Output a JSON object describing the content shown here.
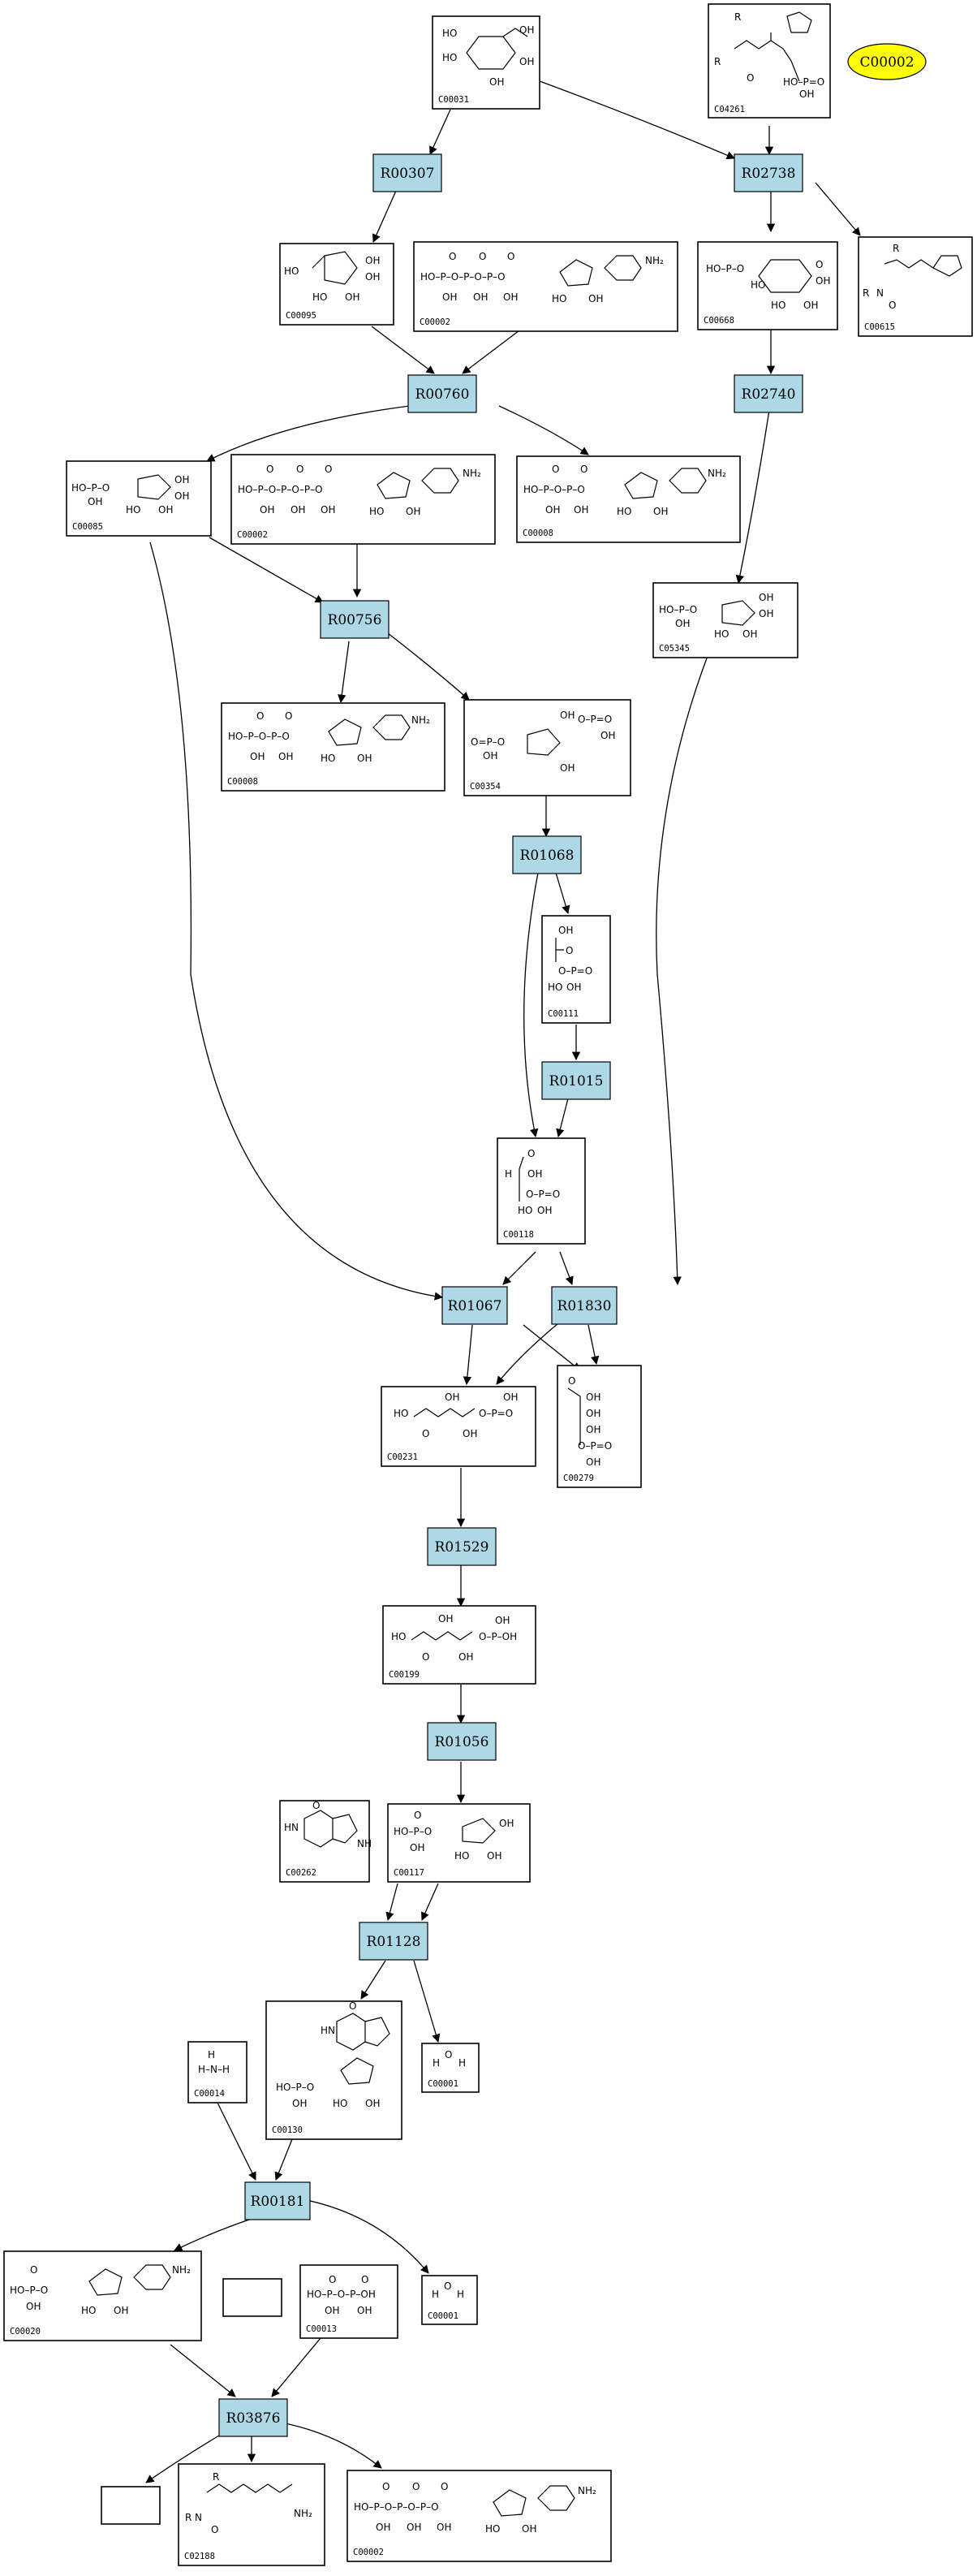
{
  "legend": {
    "label": "C00002",
    "color": "#ffff00"
  },
  "colors": {
    "reaction_fill": "#add8e6",
    "compound_fill": "#ffffff",
    "stroke": "#000000"
  },
  "reactions": [
    {
      "id": "R00307"
    },
    {
      "id": "R02738"
    },
    {
      "id": "R00760"
    },
    {
      "id": "R02740"
    },
    {
      "id": "R00756"
    },
    {
      "id": "R01068"
    },
    {
      "id": "R01015"
    },
    {
      "id": "R01067"
    },
    {
      "id": "R01830"
    },
    {
      "id": "R01529"
    },
    {
      "id": "R01056"
    },
    {
      "id": "R01128"
    },
    {
      "id": "R00181"
    },
    {
      "id": "R03876"
    }
  ],
  "compounds": [
    {
      "id": "C00031",
      "structure": "hexose-pyranose"
    },
    {
      "id": "C04261",
      "structure": "phospho-histidine-peptide"
    },
    {
      "id": "C00095",
      "structure": "hexose-furanose"
    },
    {
      "id": "C00002",
      "structure": "triphosphate-adenosine"
    },
    {
      "id": "C00668",
      "structure": "phospho-pyranose"
    },
    {
      "id": "C00615",
      "structure": "histidine-peptide"
    },
    {
      "id": "C00085",
      "structure": "phospho-furanose"
    },
    {
      "id": "C00002",
      "structure": "triphosphate-adenosine"
    },
    {
      "id": "C00008",
      "structure": "diphosphate-adenosine"
    },
    {
      "id": "C05345",
      "structure": "phospho-furanose"
    },
    {
      "id": "C00008",
      "structure": "diphosphate-adenosine"
    },
    {
      "id": "C00354",
      "structure": "bisphospho-furanose"
    },
    {
      "id": "C00111",
      "structure": "dihydroxyacetone-phosphate"
    },
    {
      "id": "C00118",
      "structure": "glyceraldehyde-phosphate"
    },
    {
      "id": "C00231",
      "structure": "ketopentose-phosphate"
    },
    {
      "id": "C00279",
      "structure": "aldotetrose-phosphate"
    },
    {
      "id": "C00199",
      "structure": "ketopentose-phosphate"
    },
    {
      "id": "C00262",
      "structure": "purine-base"
    },
    {
      "id": "C00117",
      "structure": "phospho-ribose"
    },
    {
      "id": "C00130",
      "structure": "purine-nucleotide"
    },
    {
      "id": "C00014",
      "structure": "ammonia"
    },
    {
      "id": "C00001",
      "structure": "water"
    },
    {
      "id": "C00020",
      "structure": "monophosphate-adenosine"
    },
    {
      "id": "",
      "structure": "empty"
    },
    {
      "id": "C00013",
      "structure": "pyrophosphate"
    },
    {
      "id": "C00001",
      "structure": "water"
    },
    {
      "id": "",
      "structure": "empty"
    },
    {
      "id": "C02188",
      "structure": "lysine-peptide"
    },
    {
      "id": "C00002",
      "structure": "triphosphate-adenosine"
    }
  ]
}
